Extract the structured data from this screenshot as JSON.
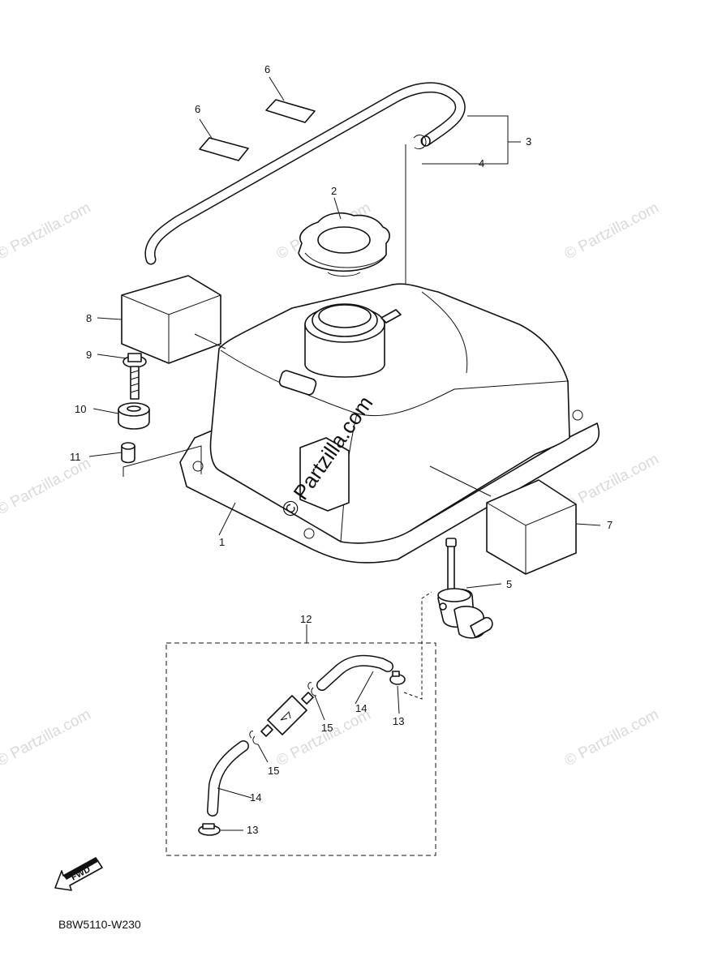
{
  "watermarks": {
    "small": "© Partzilla.com",
    "center": "© Partzilla.com"
  },
  "callouts": [
    "1",
    "2",
    "3",
    "4",
    "5",
    "6",
    "6",
    "7",
    "8",
    "9",
    "10",
    "11",
    "12",
    "13",
    "13",
    "14",
    "14",
    "15",
    "15"
  ],
  "fwd_label": "FWD",
  "diagram_code": "B8W5110-W230"
}
